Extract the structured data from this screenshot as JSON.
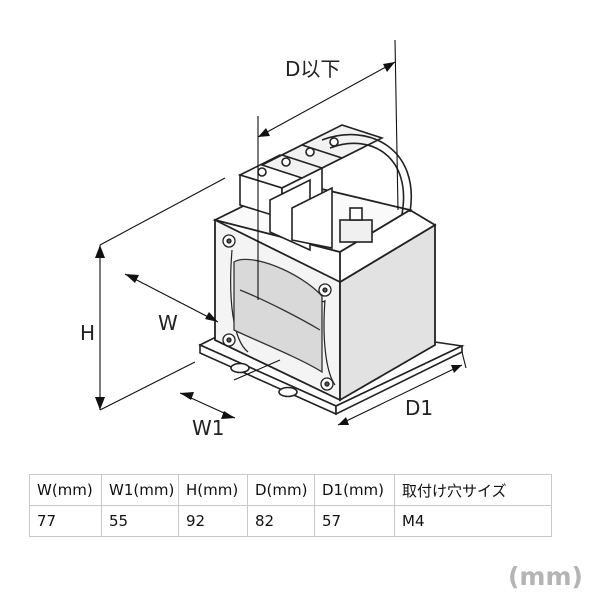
{
  "diagram": {
    "labels": {
      "D": "D以下",
      "H": "H",
      "W": "W",
      "W1": "W1",
      "D1": "D1"
    }
  },
  "spec_table": {
    "headers": [
      "W(mm)",
      "W1(mm)",
      "H(mm)",
      "D(mm)",
      "D1(mm)",
      "取付け穴サイズ"
    ],
    "rows": [
      [
        "77",
        "55",
        "92",
        "82",
        "57",
        "M4"
      ]
    ]
  },
  "unit_note": "(mm)"
}
